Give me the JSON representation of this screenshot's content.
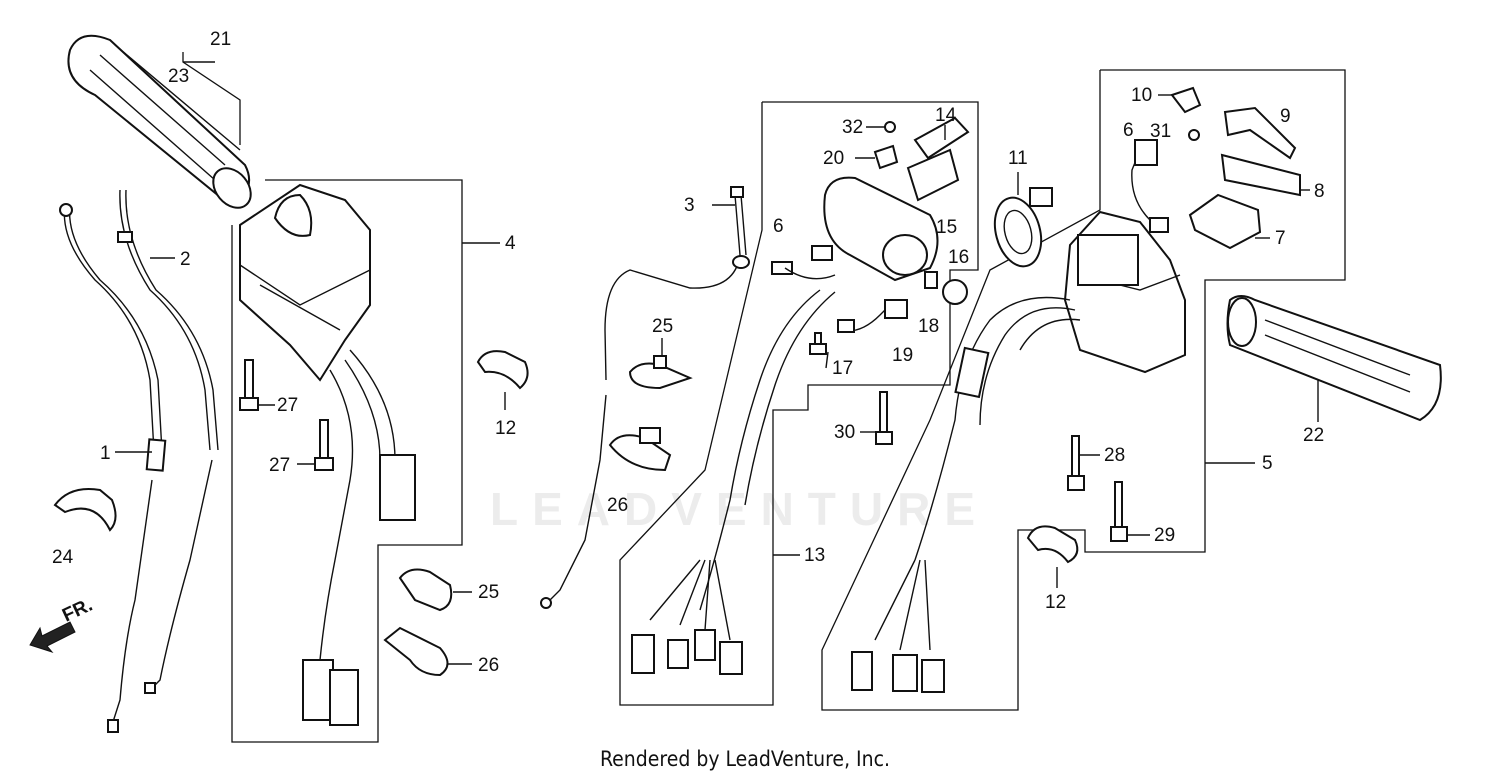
{
  "watermark": "LEADVENTURE",
  "footer": "Rendered by LeadVenture, Inc.",
  "direction_label": "FR.",
  "callouts": [
    {
      "id": "c21",
      "text": "21"
    },
    {
      "id": "c23",
      "text": "23"
    },
    {
      "id": "c2",
      "text": "2"
    },
    {
      "id": "c1",
      "text": "1"
    },
    {
      "id": "c24",
      "text": "24"
    },
    {
      "id": "c4",
      "text": "4"
    },
    {
      "id": "c27a",
      "text": "27"
    },
    {
      "id": "c27b",
      "text": "27"
    },
    {
      "id": "c12a",
      "text": "12"
    },
    {
      "id": "c25a",
      "text": "25"
    },
    {
      "id": "c26a",
      "text": "26"
    },
    {
      "id": "c3",
      "text": "3"
    },
    {
      "id": "c32",
      "text": "32"
    },
    {
      "id": "c14",
      "text": "14"
    },
    {
      "id": "c20",
      "text": "20"
    },
    {
      "id": "c6a",
      "text": "6"
    },
    {
      "id": "c15",
      "text": "15"
    },
    {
      "id": "c16",
      "text": "16"
    },
    {
      "id": "c18",
      "text": "18"
    },
    {
      "id": "c17",
      "text": "17"
    },
    {
      "id": "c19",
      "text": "19"
    },
    {
      "id": "c25b",
      "text": "25"
    },
    {
      "id": "c26b",
      "text": "26"
    },
    {
      "id": "c13",
      "text": "13"
    },
    {
      "id": "c11",
      "text": "11"
    },
    {
      "id": "c30",
      "text": "30"
    },
    {
      "id": "c10",
      "text": "10"
    },
    {
      "id": "c9",
      "text": "9"
    },
    {
      "id": "c31",
      "text": "31"
    },
    {
      "id": "c6b",
      "text": "6"
    },
    {
      "id": "c8",
      "text": "8"
    },
    {
      "id": "c7",
      "text": "7"
    },
    {
      "id": "c22",
      "text": "22"
    },
    {
      "id": "c5",
      "text": "5"
    },
    {
      "id": "c28",
      "text": "28"
    },
    {
      "id": "c29",
      "text": "29"
    },
    {
      "id": "c12b",
      "text": "12"
    }
  ]
}
